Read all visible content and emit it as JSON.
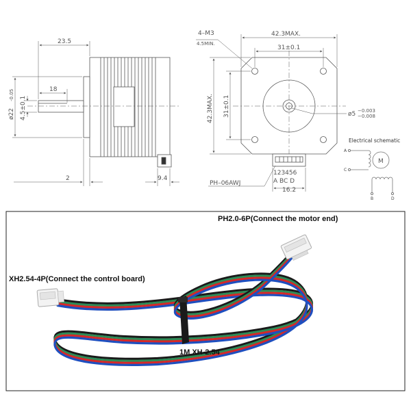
{
  "drawing": {
    "side": {
      "shaft_length": "23.5",
      "flat_length": "18",
      "shaft_diameter": "ø22",
      "shaft_diameter_tol": "-0.05",
      "flat_height": "4.5±0.1",
      "flange_thickness": "2",
      "connector_offset": "9.4"
    },
    "front": {
      "mount_holes": "4–M3",
      "mount_depth": "4.5MIN.",
      "width": "42.3MAX.",
      "hole_spacing_h": "31±0.1",
      "height": "42.3MAX.",
      "hole_spacing_v": "31±0.1",
      "shaft_dia": "ø5",
      "shaft_tol_upper": "−0.003",
      "shaft_tol_lower": "−0.008",
      "connector_pins": "123456",
      "connector_letters": "A  BC  D",
      "connector_width": "16.2",
      "connector_type": "PH–06AWJ"
    },
    "schematic": {
      "title": "Electrical schematic",
      "motor": "M",
      "terminal_a": "A",
      "terminal_c": "C",
      "terminal_b": "B",
      "terminal_d": "D"
    }
  },
  "cable": {
    "motor_end_label": "PH2.0-6P(Connect the motor end)",
    "board_end_label": "XH2.54-4P(Connect the control board)",
    "length_label": "1M XH-2.54",
    "wire_colors": [
      "#1a1a1a",
      "#2e8b57",
      "#d62828",
      "#1f4fbf"
    ],
    "frame_color": "#222222"
  }
}
